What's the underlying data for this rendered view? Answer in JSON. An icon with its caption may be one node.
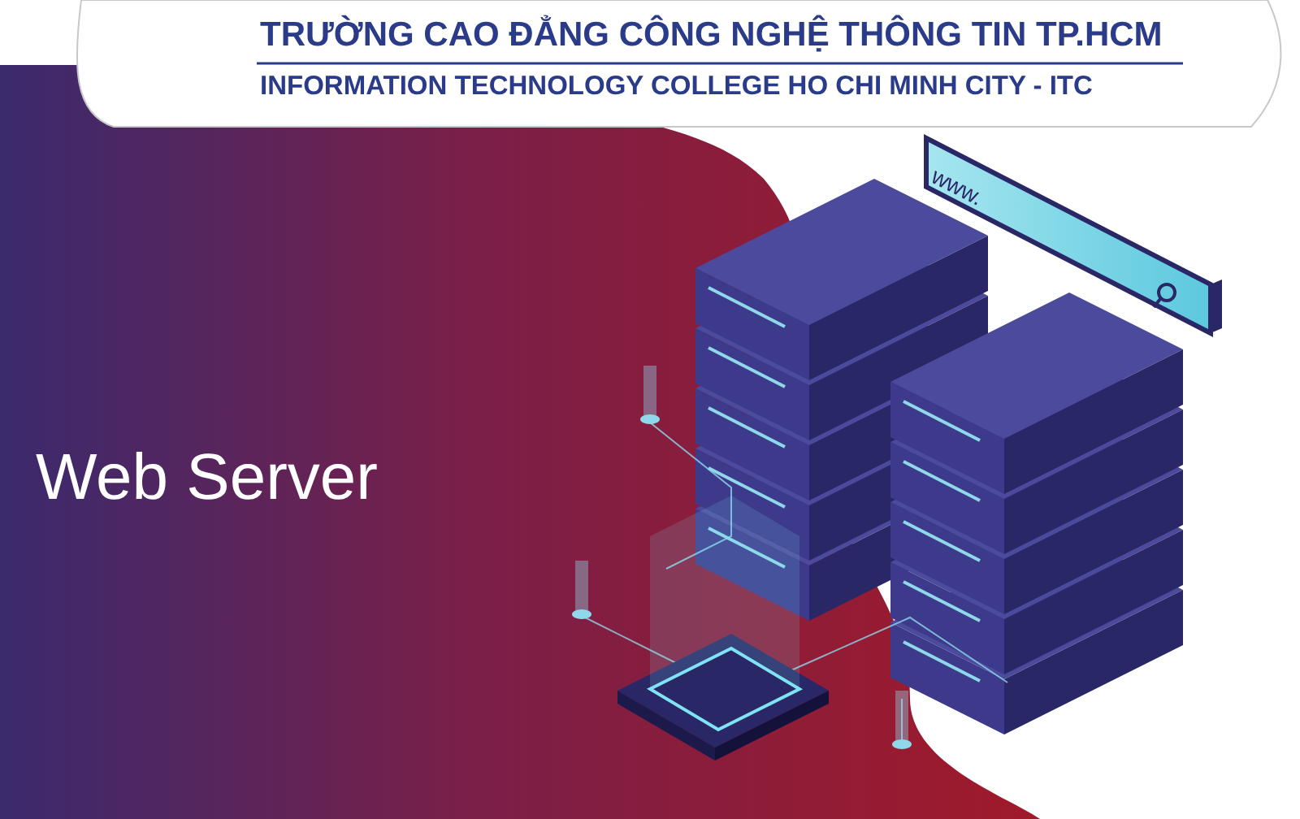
{
  "diagram": {
    "labels": [
      "TRƯỜNG CAO ĐẲNG CÔNG NGHỆ THÔNG TIN TP.HCM",
      "INFORMATION TECHNOLOGY COLLEGE HO CHI MINH CITY - ITC",
      "Web **Server**",
      "www."
    ]
  }
}
